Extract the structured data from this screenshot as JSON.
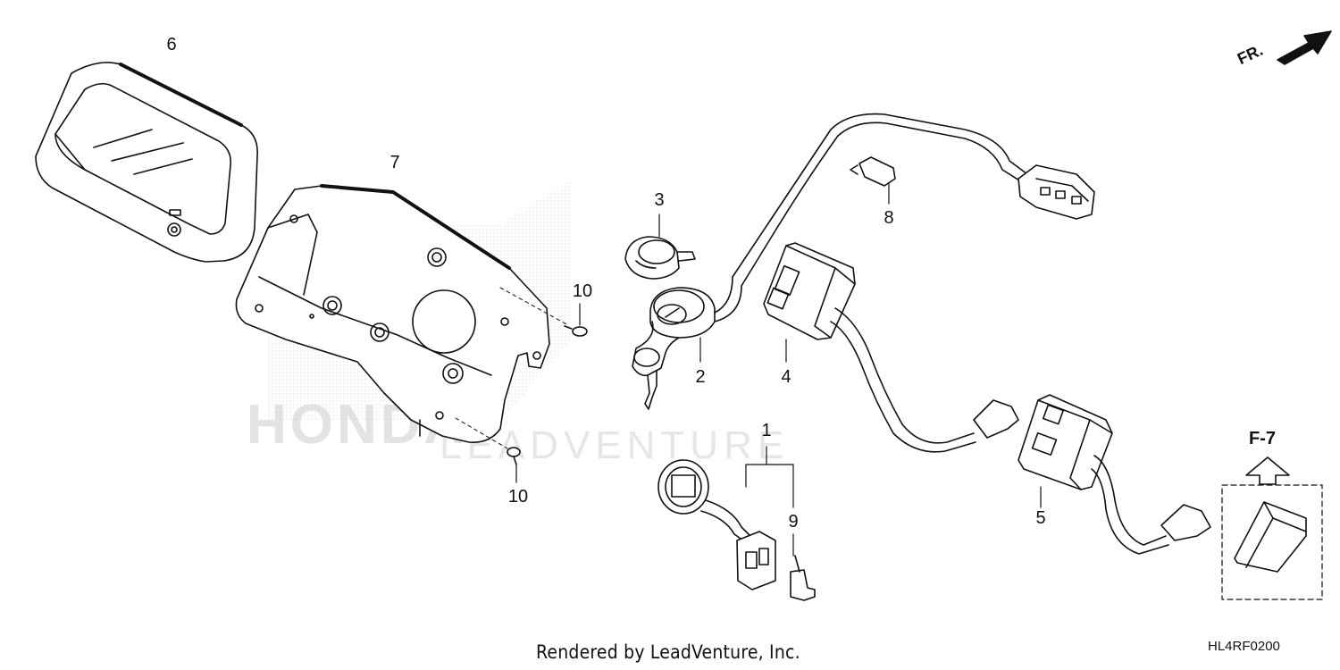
{
  "watermark": {
    "brand": "HONDA",
    "text": "LEADVENTURE"
  },
  "callouts": [
    {
      "id": "6",
      "label": "6"
    },
    {
      "id": "7",
      "label": "7"
    },
    {
      "id": "3",
      "label": "3"
    },
    {
      "id": "2",
      "label": "2"
    },
    {
      "id": "4",
      "label": "4"
    },
    {
      "id": "8",
      "label": "8"
    },
    {
      "id": "10a",
      "label": "10"
    },
    {
      "id": "10b",
      "label": "10"
    },
    {
      "id": "1",
      "label": "1"
    },
    {
      "id": "9",
      "label": "9"
    },
    {
      "id": "5",
      "label": "5"
    }
  ],
  "reference": {
    "label": "F-7"
  },
  "direction": {
    "label": "FR."
  },
  "footer": {
    "credit": "Rendered by LeadVenture, Inc.",
    "code": "HL4RF0200"
  }
}
